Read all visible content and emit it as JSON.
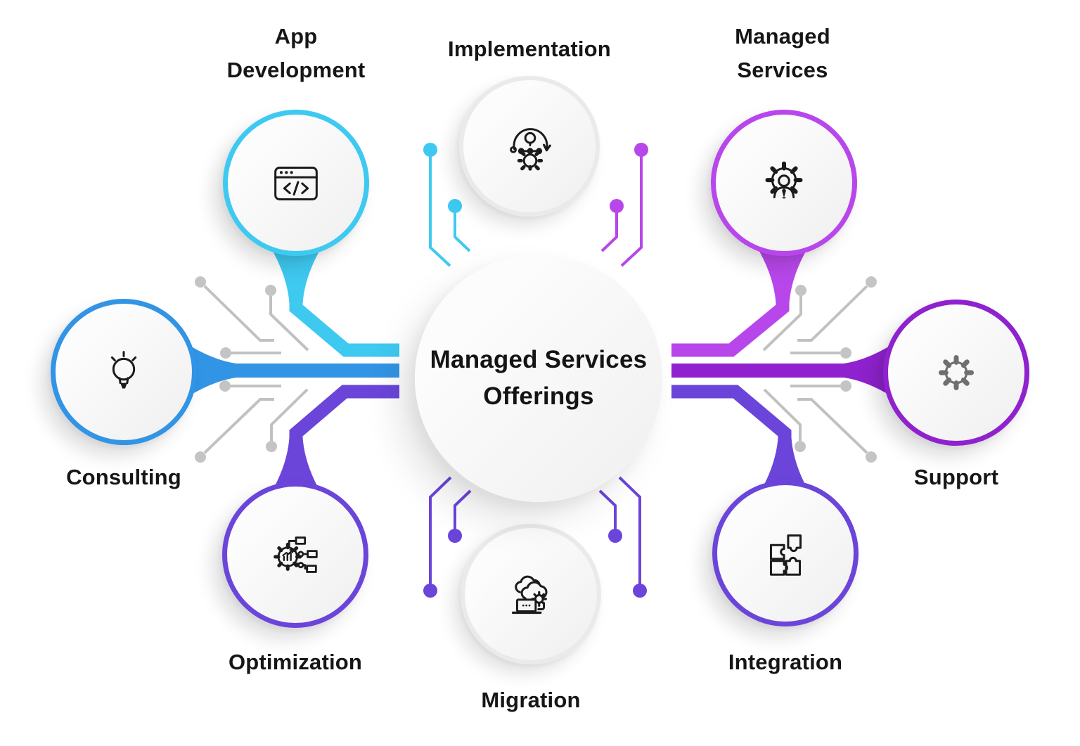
{
  "title": {
    "line1": "Managed Services",
    "line2": "Offerings"
  },
  "nodes": [
    {
      "label": "Consulting",
      "icon": "lightbulb-icon",
      "ring_color": "#3294E5"
    },
    {
      "label": "App Development",
      "icon": "code-window-icon",
      "ring_color": "#3EC9F1"
    },
    {
      "label": "Implementation",
      "icon": "gear-idea-process-icon",
      "ring_color": "#EAEAEA"
    },
    {
      "label": "Managed Services",
      "icon": "manager-gear-icon",
      "ring_color": "#B847EB"
    },
    {
      "label": "Support",
      "icon": "gear-icon",
      "ring_color": "#8F22CE"
    },
    {
      "label": "Integration",
      "icon": "puzzle-pieces-icon",
      "ring_color": "#6B45DA"
    },
    {
      "label": "Migration",
      "icon": "cloud-migration-icon",
      "ring_color": "#EAEAEA"
    },
    {
      "label": "Optimization",
      "icon": "gear-analytics-icon",
      "ring_color": "#6B45DA"
    }
  ],
  "colors": {
    "app_development_cyan": "#3EC9F1",
    "consulting_blue": "#3294E5",
    "managed_services_magenta": "#B847EB",
    "support_purple": "#8F22CE",
    "integration_violet": "#6B45DA",
    "optimization_violet": "#6B45DA",
    "neutral_ring_gray": "#EAEAEA",
    "circuit_line_gray": "#C1C1C1",
    "node_fill": "#F6F6F6",
    "text_color": "#161616",
    "background": "#FFFFFF"
  }
}
